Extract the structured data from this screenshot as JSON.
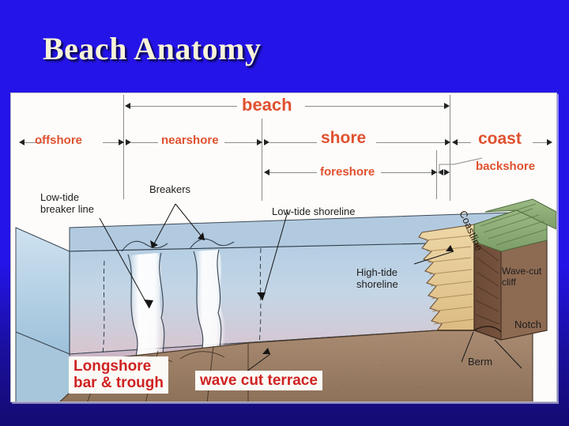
{
  "slide": {
    "title": "Beach Anatomy",
    "background_color": "#2414e8",
    "title_color": "#f7f3d8"
  },
  "figure": {
    "panel_background": "#fdfcfa",
    "zone_label_color": "#e0512f",
    "callout_label_color": "#1d1d1d",
    "highlight_label_color": "#cf2222",
    "zones": [
      {
        "id": "offshore",
        "label": "offshore"
      },
      {
        "id": "nearshore",
        "label": "nearshore"
      },
      {
        "id": "beach",
        "label": "beach"
      },
      {
        "id": "shore",
        "label": "shore"
      },
      {
        "id": "foreshore",
        "label": "foreshore"
      },
      {
        "id": "backshore",
        "label": "backshore"
      },
      {
        "id": "coast",
        "label": "coast"
      }
    ],
    "callouts": [
      {
        "id": "low-tide-breaker-line",
        "line1": "Low-tide",
        "line2": "breaker line"
      },
      {
        "id": "breakers",
        "line1": "Breakers",
        "line2": ""
      },
      {
        "id": "low-tide-shoreline",
        "line1": "Low-tide shoreline",
        "line2": ""
      },
      {
        "id": "high-tide-shoreline",
        "line1": "High-tide",
        "line2": "shoreline"
      },
      {
        "id": "wave-cut-cliff",
        "line1": "Wave-cut",
        "line2": "cliff"
      },
      {
        "id": "notch",
        "line1": "Notch",
        "line2": ""
      },
      {
        "id": "berm",
        "line1": "Berm",
        "line2": ""
      },
      {
        "id": "coastline",
        "line1": "Coastline",
        "line2": ""
      }
    ],
    "highlights": [
      {
        "id": "longshore-bar-and-trough",
        "line1": "Longshore",
        "line2": "bar & trough"
      },
      {
        "id": "wave-cut-terrace",
        "line1": "wave cut terrace",
        "line2": ""
      }
    ],
    "colors": {
      "water_surface": "#b9cfe2",
      "water_deep": "#cdb7c6",
      "water_side": "#cfe0ee",
      "foam": "#ffffff",
      "sand": "#e6c68d",
      "terrace": "#9d7f66",
      "cliff_rock": "#7a543f",
      "grass": "#8fae78",
      "sky": "#9cc3dc"
    }
  }
}
